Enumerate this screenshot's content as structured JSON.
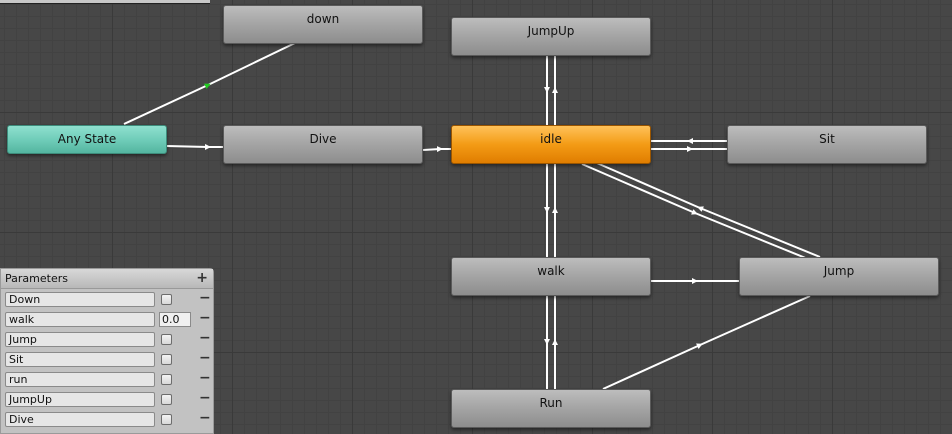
{
  "states": {
    "down": "down",
    "jumpup": "JumpUp",
    "anystate": "Any State",
    "dive": "Dive",
    "idle": "idle",
    "sit": "Sit",
    "walk": "walk",
    "jump": "Jump",
    "run": "Run"
  },
  "parameters": {
    "title": "Parameters",
    "add": "+",
    "remove": "−",
    "items": [
      {
        "name": "Down",
        "kind": "bool"
      },
      {
        "name": "walk",
        "kind": "float",
        "value": "0.0"
      },
      {
        "name": "Jump",
        "kind": "bool"
      },
      {
        "name": "Sit",
        "kind": "bool"
      },
      {
        "name": "run",
        "kind": "bool"
      },
      {
        "name": "JumpUp",
        "kind": "bool"
      },
      {
        "name": "Dive",
        "kind": "bool"
      }
    ]
  },
  "colors": {
    "active_state": "#f39b15",
    "any_state": "#6dcbb7",
    "transition": "#ffffff",
    "active_transition_arrow": "#22cc22"
  }
}
